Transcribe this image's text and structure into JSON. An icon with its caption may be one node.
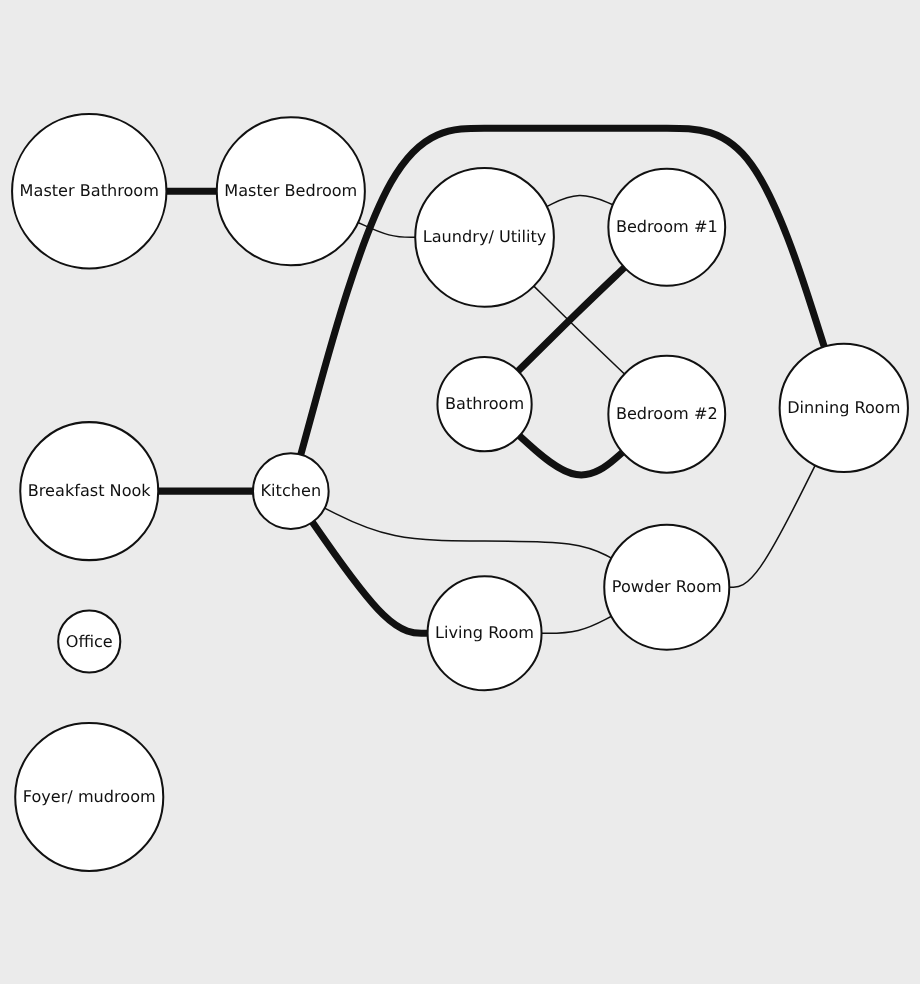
{
  "diagram": {
    "nodes": [
      {
        "text": [
          "Breakfast Nook"
        ]
      },
      {
        "text": [
          "Kitchen"
        ]
      },
      {
        "text": [
          "Master Bathroom"
        ]
      },
      {
        "text": [
          "Master Bedroom"
        ]
      },
      {
        "text": [
          "Living Room"
        ]
      },
      {
        "text": [
          "Powder Room"
        ]
      },
      {
        "text": [
          "Laundry/ Utility"
        ]
      },
      {
        "text": [
          "Bedroom #1"
        ]
      },
      {
        "text": [
          "Bathroom"
        ]
      },
      {
        "text": [
          "Dinning Room"
        ]
      },
      {
        "text": [
          "Office"
        ]
      },
      {
        "text": [
          "Bedroom #2"
        ]
      },
      {
        "text": [
          "Foyer/ mudroom"
        ]
      }
    ],
    "edges": [
      {
        "from": 0,
        "to": 1,
        "arrow": "none",
        "style": "thick"
      },
      {
        "from": 1,
        "to": 4,
        "arrow": "none",
        "style": "thick"
      },
      {
        "from": 1,
        "to": 9,
        "arrow": "none",
        "style": "thick"
      },
      {
        "from": 1,
        "to": 5,
        "arrow": "none"
      },
      {
        "from": 4,
        "to": 5,
        "arrow": "none"
      },
      {
        "from": 5,
        "to": 9,
        "arrow": "none"
      },
      {
        "from": 2,
        "to": 3,
        "arrow": "none",
        "style": "thick"
      },
      {
        "from": 3,
        "to": 6,
        "arrow": "none"
      },
      {
        "from": 6,
        "to": 7,
        "arrow": "none"
      },
      {
        "from": 8,
        "to": 7,
        "arrow": "none",
        "style": "thick"
      },
      {
        "from": 6,
        "to": 11,
        "arrow": "none"
      },
      {
        "from": 8,
        "to": 11,
        "arrow": "none",
        "style": "thick"
      }
    ]
  }
}
